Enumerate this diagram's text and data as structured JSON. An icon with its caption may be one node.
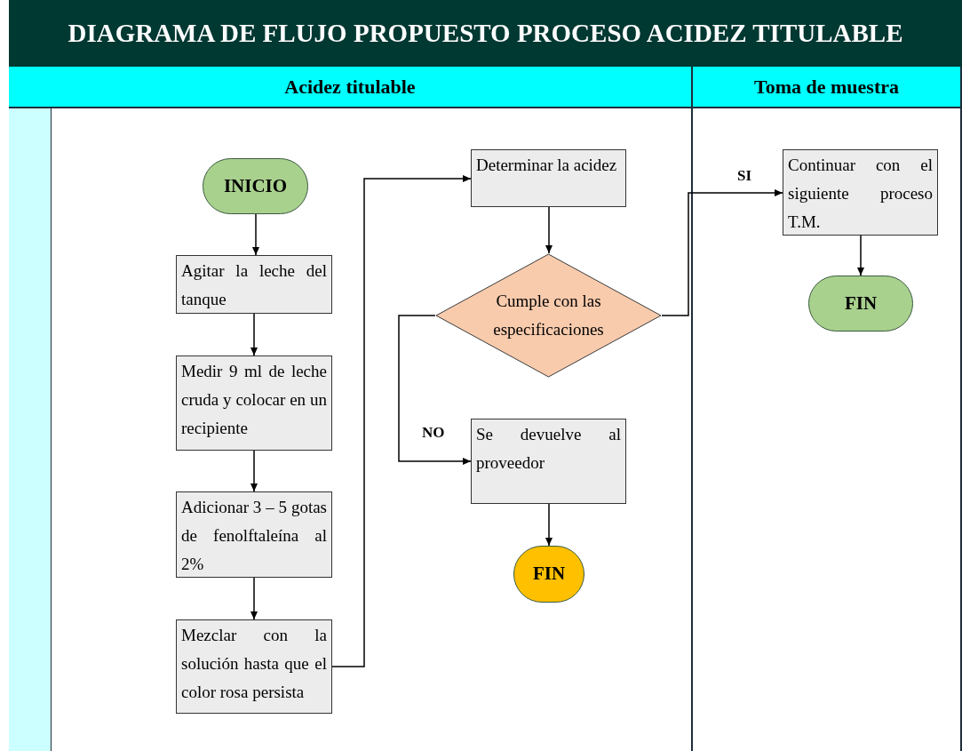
{
  "diagram": {
    "title": "DIAGRAMA DE FLUJO PROPUESTO PROCESO ACIDEZ TITULABLE",
    "nodes": [
      {
        "text": [
          "Acidez titulable"
        ]
      },
      {
        "text": [
          "Toma de muestra"
        ]
      },
      {
        "text": [
          "INICIO"
        ],
        "in": 0
      },
      {
        "text": [
          "Agitar la leche del tanque"
        ],
        "in": 0
      },
      {
        "text": [
          "Medir 9 ml de leche cruda y colocar en un recipiente"
        ],
        "in": 0
      },
      {
        "text": [
          "Adicionar 3 – 5 gotas de fenolftaleína al 2%"
        ],
        "in": 0
      },
      {
        "text": [
          "Mezclar con la solución hasta que el color rosa persista"
        ],
        "in": 0
      },
      {
        "text": [
          "Determinar la acidez"
        ],
        "in": 0
      },
      {
        "text": [
          "Cumple con las especificaciones"
        ],
        "in": 0
      },
      {
        "text": [
          "Se devuelve al proveedor"
        ],
        "in": 0
      },
      {
        "text": [
          "FIN"
        ],
        "in": 0
      },
      {
        "text": [
          "Continuar con el siguiente proceso T.M."
        ],
        "in": 1
      },
      {
        "text": [
          "FIN"
        ],
        "in": 1
      }
    ],
    "edges": [
      {
        "from": 2,
        "to": 3,
        "arrow": "to"
      },
      {
        "from": 3,
        "to": 4,
        "arrow": "to"
      },
      {
        "from": 4,
        "to": 5,
        "arrow": "to"
      },
      {
        "from": 5,
        "to": 6,
        "arrow": "to"
      },
      {
        "from": 6,
        "to": 7,
        "arrow": "to"
      },
      {
        "from": 7,
        "to": 8,
        "arrow": "to"
      },
      {
        "from": 8,
        "to": 11,
        "arrow": "to",
        "label": "SI"
      },
      {
        "from": 8,
        "to": 9,
        "arrow": "to",
        "label": "NO"
      },
      {
        "from": 9,
        "to": 10,
        "arrow": "to"
      },
      {
        "from": 11,
        "to": 12,
        "arrow": "to"
      }
    ]
  }
}
